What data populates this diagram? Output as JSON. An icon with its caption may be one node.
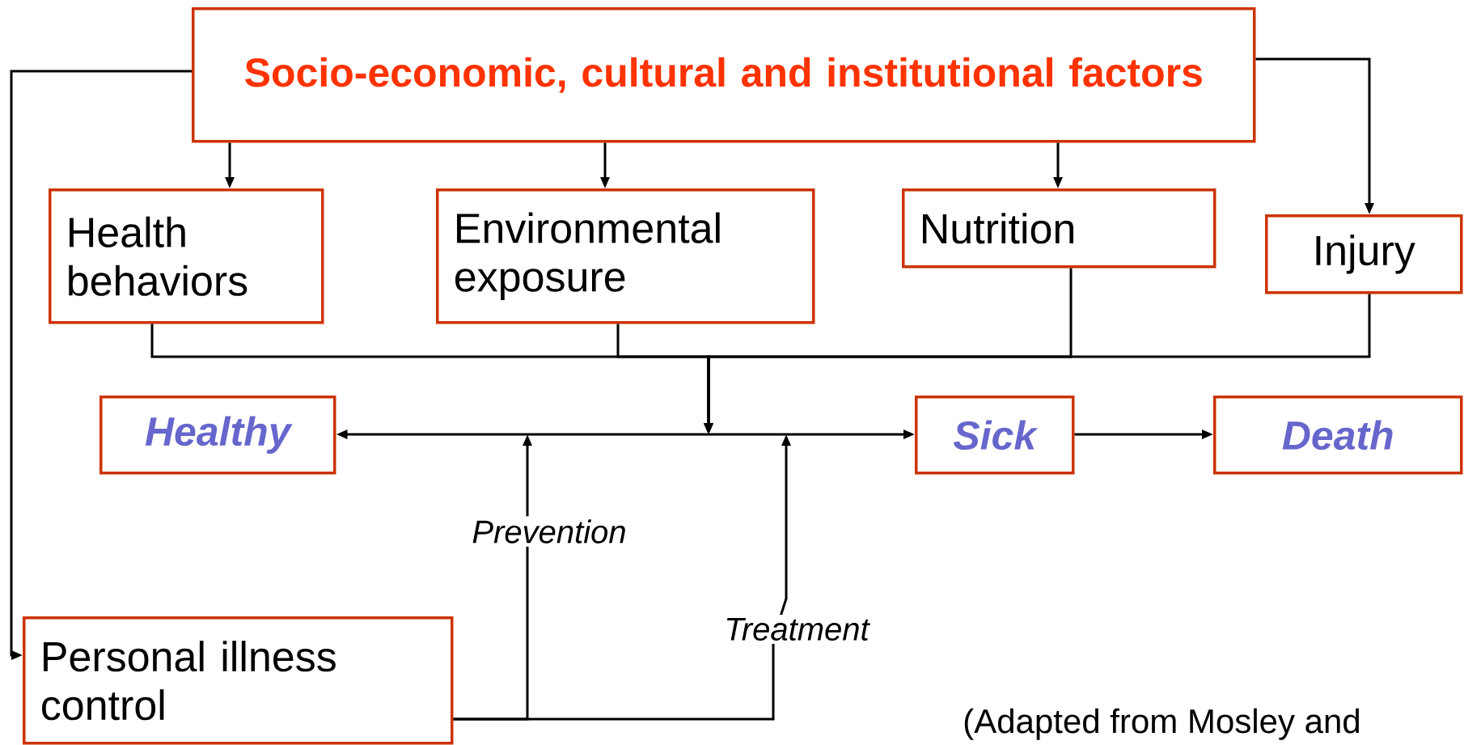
{
  "diagram": {
    "nodes": [
      {
        "text": [
          "Socio-economic, cultural and institutional factors"
        ]
      },
      {
        "text": [
          "Health behaviors"
        ]
      },
      {
        "text": [
          "Environmental exposure"
        ]
      },
      {
        "text": [
          "Nutrition"
        ]
      },
      {
        "text": [
          "Injury"
        ]
      },
      {
        "text": [
          "Healthy"
        ]
      },
      {
        "text": [
          "Sick"
        ]
      },
      {
        "text": [
          "Death"
        ]
      },
      {
        "text": [
          "Personal illness control"
        ]
      }
    ],
    "edges": [
      {
        "from": 0,
        "to": 1,
        "arrow": "to"
      },
      {
        "from": 0,
        "to": 2,
        "arrow": "to"
      },
      {
        "from": 0,
        "to": 3,
        "arrow": "to"
      },
      {
        "from": 0,
        "to": 4,
        "arrow": "to"
      },
      {
        "from": 0,
        "to": 8,
        "arrow": "to"
      },
      {
        "from": 1,
        "to": null,
        "arrow": "to"
      },
      {
        "from": 2,
        "to": null,
        "arrow": "to"
      },
      {
        "from": 3,
        "to": null,
        "arrow": "to"
      },
      {
        "from": 4,
        "to": null,
        "arrow": "to"
      },
      {
        "from": 5,
        "to": 6,
        "arrow": "both"
      },
      {
        "from": 6,
        "to": 7,
        "arrow": "to"
      },
      {
        "from": 8,
        "to": null,
        "arrow": "to",
        "label": "Prevention"
      },
      {
        "from": 8,
        "to": null,
        "arrow": "to",
        "label": "Treatment"
      }
    ],
    "labels": [
      "(Adapted from Mosley and"
    ]
  }
}
